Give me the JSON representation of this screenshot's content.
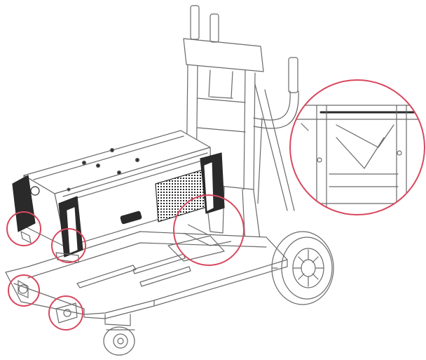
{
  "diagram": {
    "subject": "welding-cart-assembly",
    "callout_count": 6,
    "colors": {
      "line": "#6a6a6a",
      "line_light": "#a8a8a8",
      "fill": "#ffffff",
      "dark_fill": "#2a2a2a",
      "callout": "#d8485e"
    },
    "parts": [
      "frame-handle",
      "vertical-frame",
      "base-platform",
      "rear-wheel",
      "front-caster",
      "power-source-unit",
      "side-handle-bars",
      "detail-zoom-view"
    ]
  }
}
